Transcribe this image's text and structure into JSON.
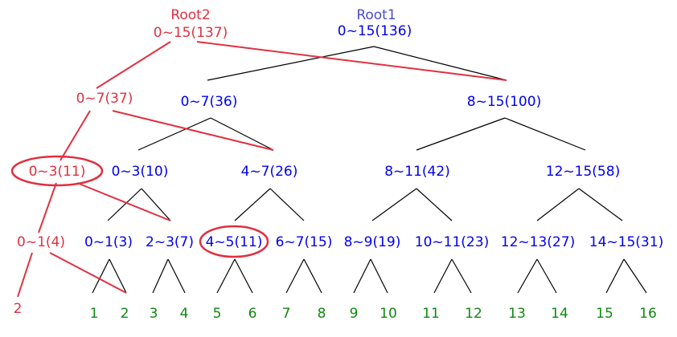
{
  "root1": {
    "title": "Root1",
    "range": "0~15(136)"
  },
  "root2": {
    "title": "Root2",
    "range": "0~15(137)"
  },
  "blue_nodes": [
    "0~7(36)",
    "8~15(100)",
    "0~3(10)",
    "4~7(26)",
    "8~11(42)",
    "12~15(58)",
    "0~1(3)",
    "2~3(7)",
    "4~5(11)",
    "6~7(15)",
    "8~9(19)",
    "10~11(23)",
    "12~13(27)",
    "14~15(31)"
  ],
  "red_nodes": [
    "0~7(37)",
    "0~3(11)",
    "0~1(4)",
    "2"
  ],
  "leaves": [
    "1",
    "2",
    "3",
    "4",
    "5",
    "6",
    "7",
    "8",
    "9",
    "10",
    "11",
    "12",
    "13",
    "14",
    "15",
    "16"
  ]
}
